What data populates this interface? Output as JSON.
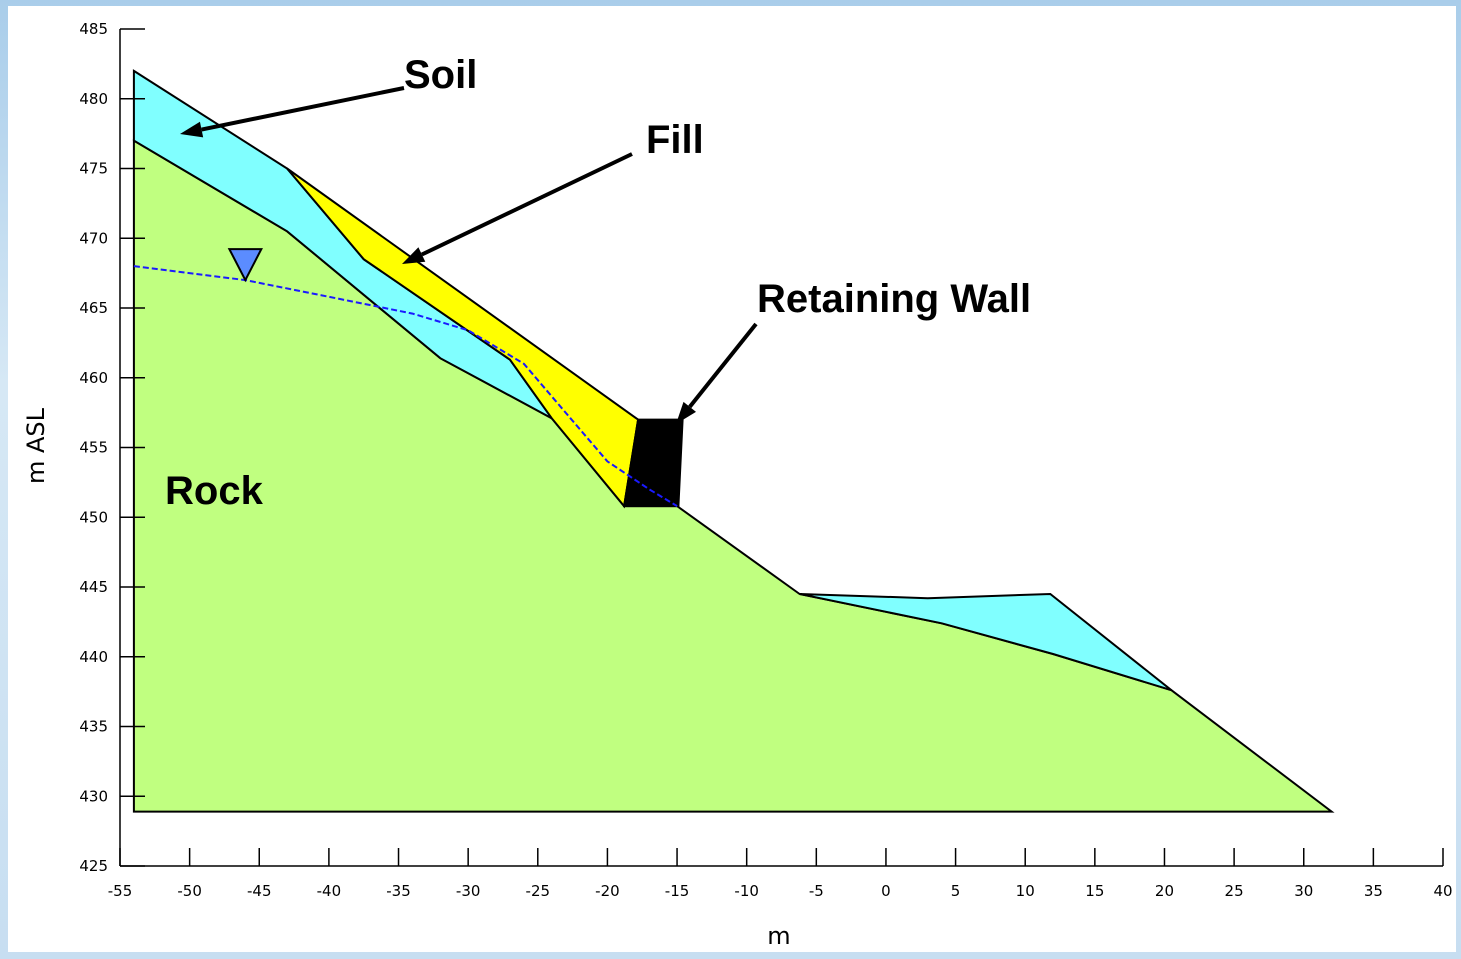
{
  "axes": {
    "xlabel": "m",
    "ylabel": "m ASL",
    "x_ticks": [
      "-55",
      "-50",
      "-45",
      "-40",
      "-35",
      "-30",
      "-25",
      "-20",
      "-15",
      "-10",
      "-5",
      "0",
      "5",
      "10",
      "15",
      "20",
      "25",
      "30",
      "35",
      "40"
    ],
    "y_ticks": [
      "425",
      "430",
      "435",
      "440",
      "445",
      "450",
      "455",
      "460",
      "465",
      "470",
      "475",
      "480",
      "485"
    ],
    "xlim": [
      -55,
      40
    ],
    "ylim": [
      425,
      485
    ]
  },
  "layers": {
    "rock": {
      "label": "Rock",
      "color": "#c0ff80"
    },
    "soil": {
      "label": "Soil",
      "color": "#80ffff"
    },
    "fill": {
      "label": "Fill",
      "color": "#ffff00"
    },
    "wall": {
      "label": "Retaining Wall",
      "color": "#000000"
    }
  },
  "water_table_color": "#1a1aff",
  "water_marker_color": "#5b8cff"
}
